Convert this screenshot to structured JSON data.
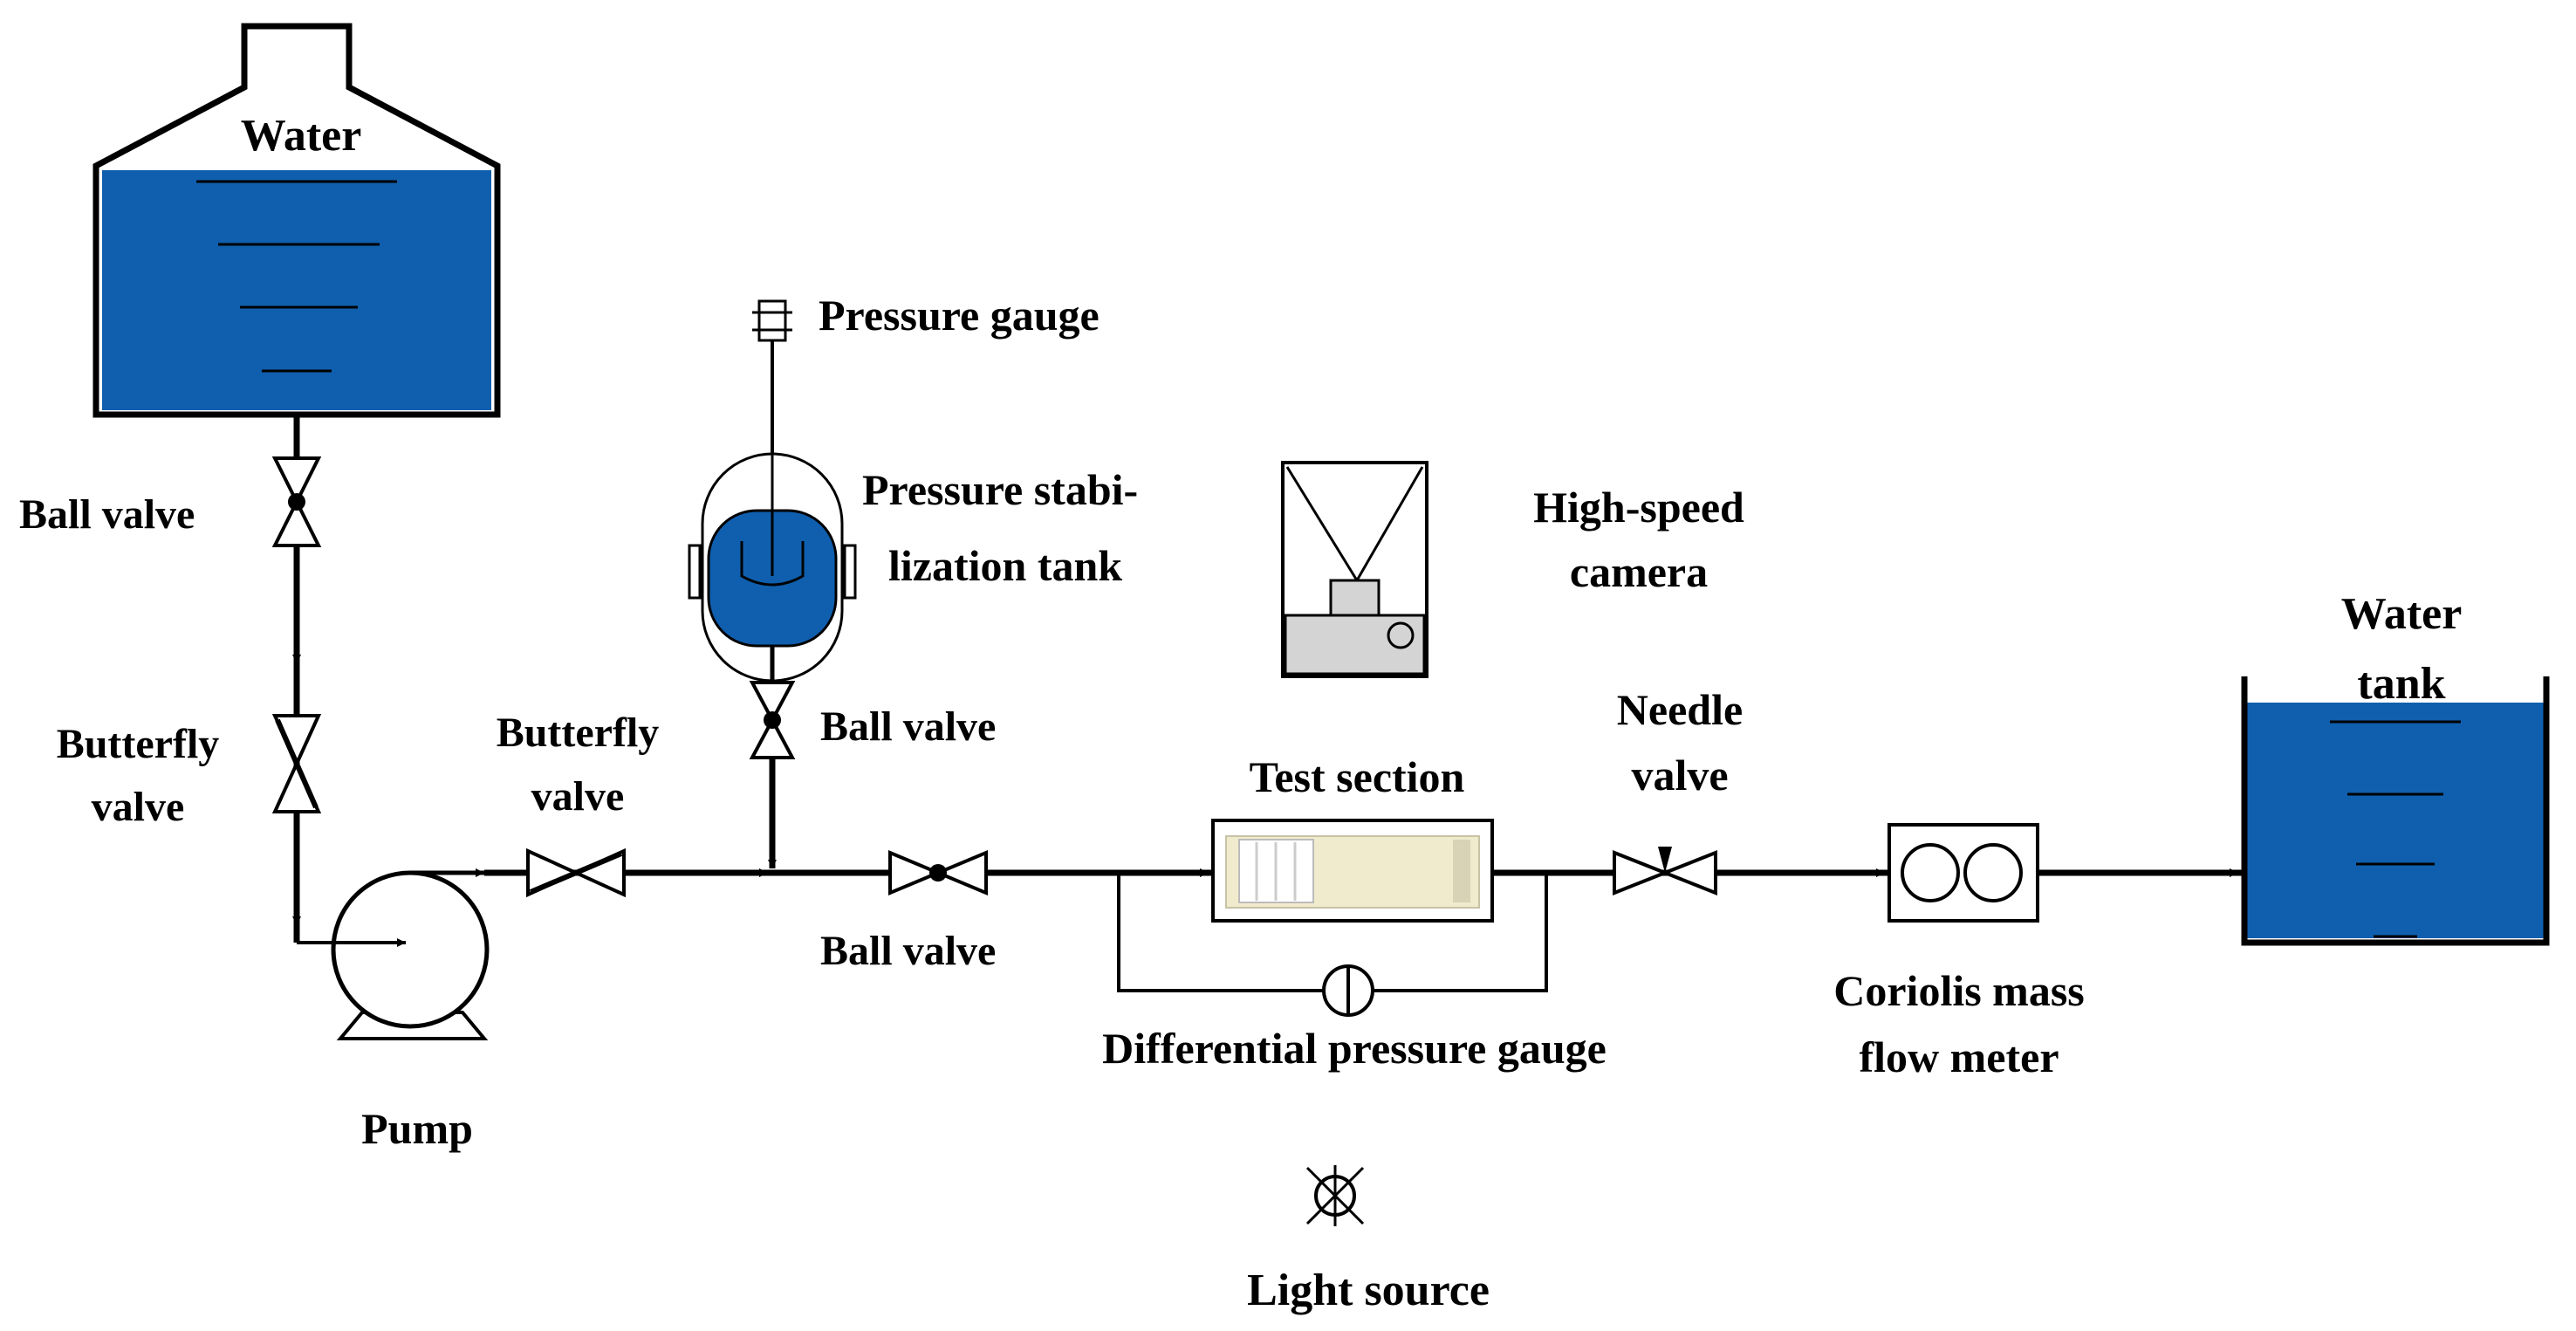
{
  "labels": {
    "water": "Water",
    "ball_valve_1": "Ball valve",
    "butterfly_valve_1_line1": "Butterfly",
    "butterfly_valve_1_line2": "valve",
    "pump": "Pump",
    "butterfly_valve_2_line1": "Butterfly",
    "butterfly_valve_2_line2": "valve",
    "pressure_gauge": "Pressure gauge",
    "stab_tank_line1": "Pressure stabi-",
    "stab_tank_line2": "lization tank",
    "ball_valve_2": "Ball valve",
    "ball_valve_3": "Ball valve",
    "high_speed_camera_line1": "High-speed",
    "high_speed_camera_line2": "camera",
    "test_section": "Test section",
    "needle_valve_line1": "Needle",
    "needle_valve_line2": "valve",
    "diff_pressure_gauge": "Differential pressure gauge",
    "coriolis_line1": "Coriolis mass",
    "coriolis_line2": "flow meter",
    "water_tank_line1": "Water",
    "water_tank_line2": "tank",
    "light_source": "Light source"
  },
  "colors": {
    "water_fill": "#0f5fae",
    "camera_body": "#d4d4d4",
    "test_section_body": "#f1ebcd",
    "line": "#000000"
  }
}
